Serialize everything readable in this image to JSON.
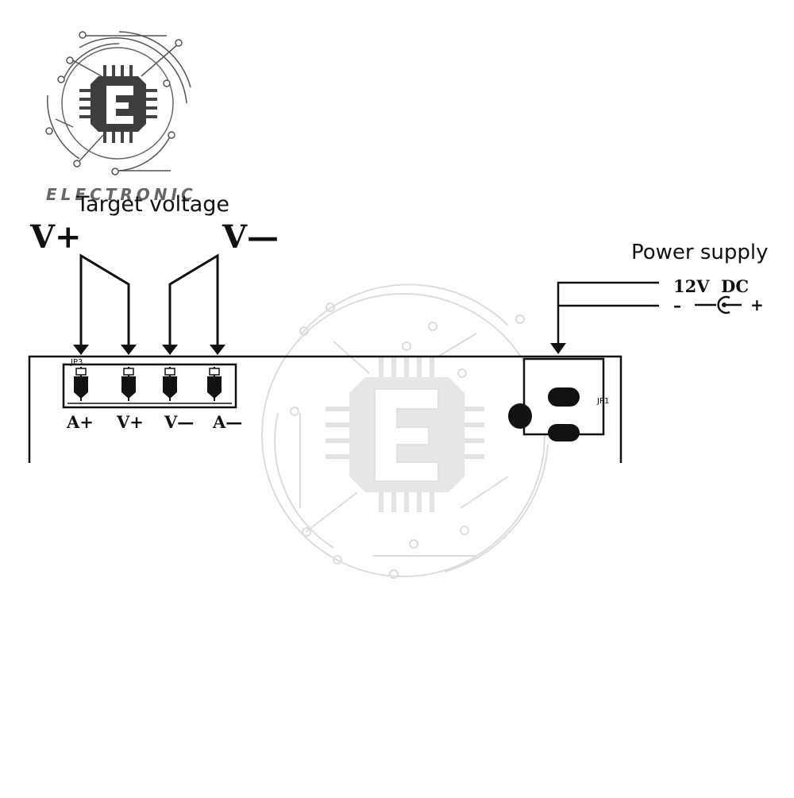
{
  "logo": {
    "text": "ELECTRONIC",
    "letter": "E"
  },
  "labels": {
    "target_voltage": "Target voltage",
    "v_plus": "V+",
    "v_minus": "V—",
    "power_supply": "Power supply",
    "supply_rating": "12V  DC",
    "polarity_minus": "–",
    "polarity_plus": "+"
  },
  "jp3": {
    "ref": "JP3",
    "pins": [
      "A+",
      "V+",
      "V—",
      "A—"
    ]
  },
  "jp1": {
    "ref": "JP1"
  },
  "colors": {
    "ink": "#111111",
    "logo_dark": "#4a4a4a",
    "watermark": "#dddddd"
  }
}
